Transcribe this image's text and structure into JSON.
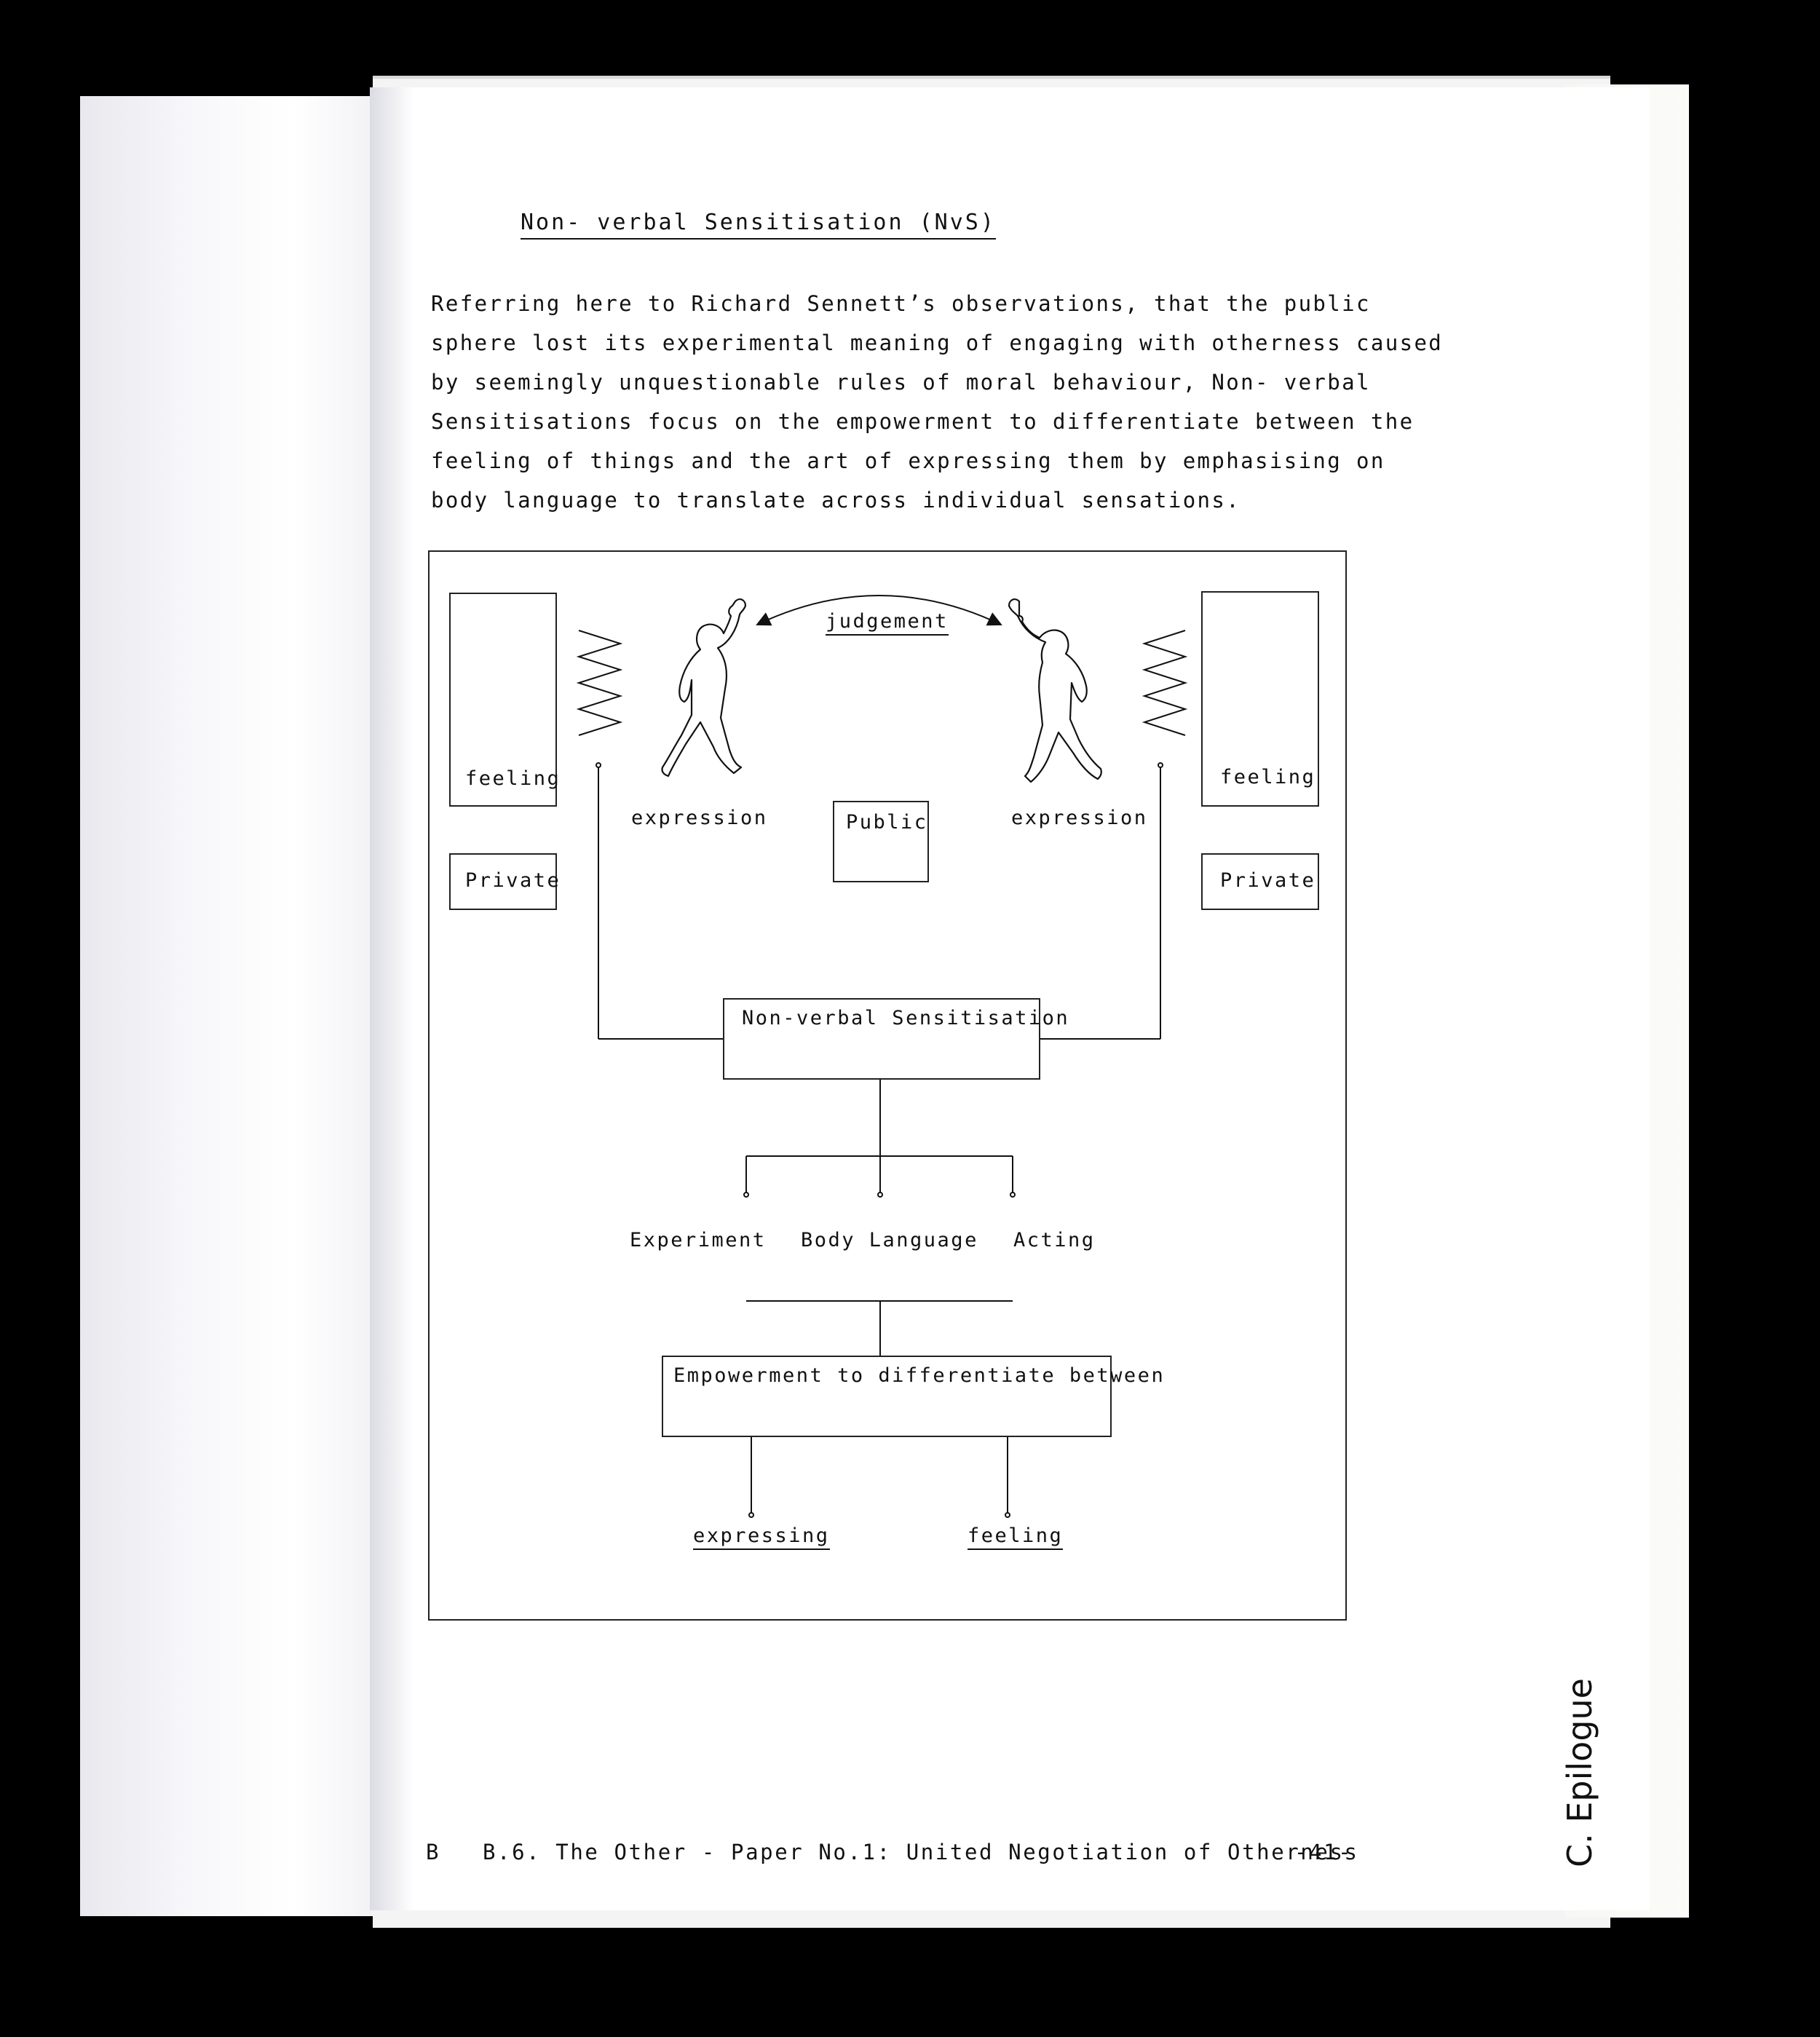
{
  "heading": "Non- verbal Sensitisation (NvS)",
  "paragraph_lines": [
    "Referring here to Richard Sennett’s observations, that the public",
    "sphere lost its experimental meaning of engaging with otherness caused",
    "by seemingly unquestionable rules of moral behaviour, Non- verbal",
    "Sensitisations focus on the empowerment to differentiate between the",
    "feeling of things and the art of expressing them by emphasising on",
    "body language to translate across individual sensations."
  ],
  "diagram": {
    "judgement": "judgement",
    "left_feeling": "feeling",
    "right_feeling": "feeling",
    "left_private": "Private",
    "right_private": "Private",
    "left_expression": "expression",
    "right_expression": "expression",
    "public": "Public",
    "nvs": "Non-verbal Sensitisation",
    "experiment": "Experiment",
    "body_language": "Body Language",
    "acting": "Acting",
    "empowerment": "Empowerment to differentiate between",
    "expressing": "expressing",
    "feeling_bottom": "feeling"
  },
  "footer": {
    "letter": "B",
    "title": "B.6. The Other - Paper No.1: United Negotiation of Otherness",
    "page": "-41-"
  },
  "side_tab": "C. Epilogue"
}
